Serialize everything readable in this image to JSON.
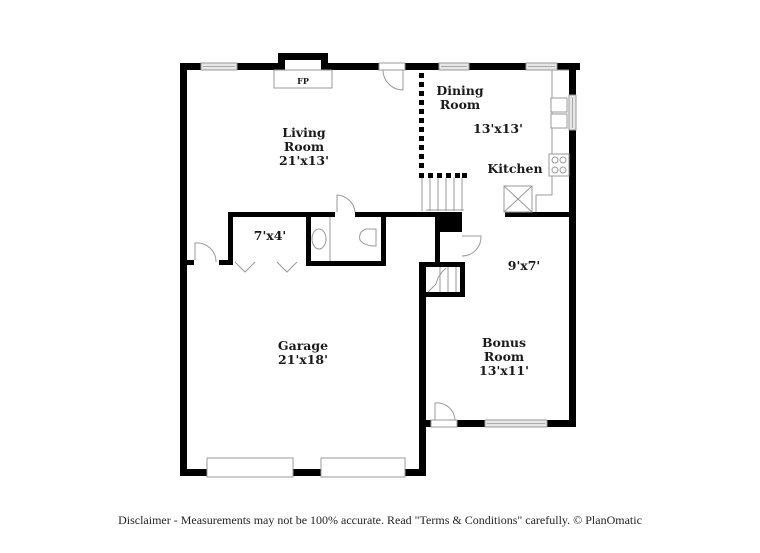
{
  "plan": {
    "type": "floor_plan",
    "wall_color": "#000000",
    "fixture_color": "#9a9a9a",
    "window_fill": "#e4e4e4",
    "rooms": [
      {
        "id": "living",
        "name_line1": "Living",
        "name_line2": "Room",
        "size": "21'x13'"
      },
      {
        "id": "dining",
        "name_line1": "Dining",
        "name_line2": "Room"
      },
      {
        "id": "dining_kitchen",
        "size": "13'x13'"
      },
      {
        "id": "kitchen",
        "name_line1": "Kitchen"
      },
      {
        "id": "closet",
        "size": "7'x4'"
      },
      {
        "id": "garage",
        "name_line1": "Garage",
        "size": "21'x18'"
      },
      {
        "id": "nook",
        "size": "9'x7'"
      },
      {
        "id": "bonus",
        "name_line1": "Bonus",
        "name_line2": "Room",
        "size": "13'x11'"
      }
    ],
    "fireplace_label": "FP"
  },
  "footer": {
    "disclaimer": "Disclaimer - Measurements may not be 100% accurate. Read \"Terms & Conditions\" carefully. © PlanOmatic"
  }
}
